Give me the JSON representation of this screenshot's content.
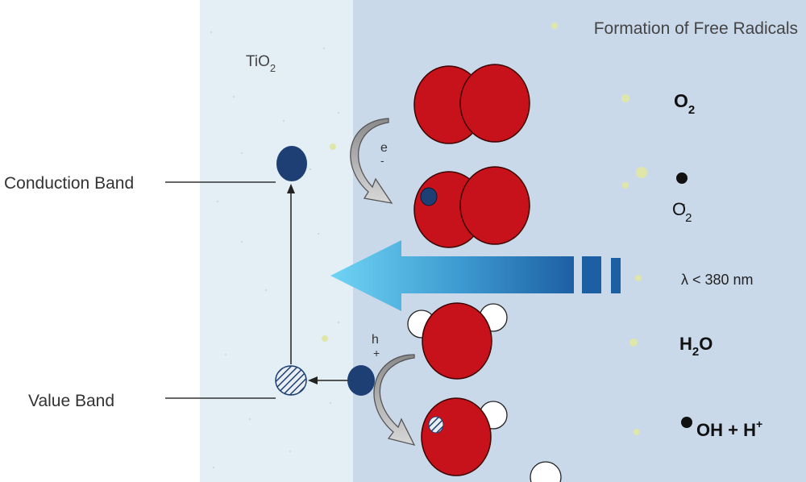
{
  "header": {
    "title": "Formation of Free Radicals"
  },
  "material": {
    "name": "TiO",
    "subscript": "2"
  },
  "bands": {
    "conduction": "Conduction Band",
    "valence": "Value Band"
  },
  "carriers": {
    "electron": {
      "symbol": "e",
      "sign": "-"
    },
    "hole": {
      "symbol": "h",
      "sign": "+"
    }
  },
  "species": {
    "oxygen": {
      "base": "O",
      "subscript": "2"
    },
    "superoxide": {
      "base": "O",
      "charge": "-",
      "subscript": "2"
    },
    "water": {
      "base": "H",
      "subscript": "2",
      "tail": "O"
    },
    "hydroxyl": {
      "text": "OH + H",
      "charge": "+"
    }
  },
  "light": {
    "label": "λ < 380 nm"
  },
  "colors": {
    "tio2_region": "#e4eef5",
    "solution_region": "#cad9ea",
    "oxygen_atom": "#c8121b",
    "electron": "#1d3f73",
    "light_arrow": "#2a78b8"
  }
}
